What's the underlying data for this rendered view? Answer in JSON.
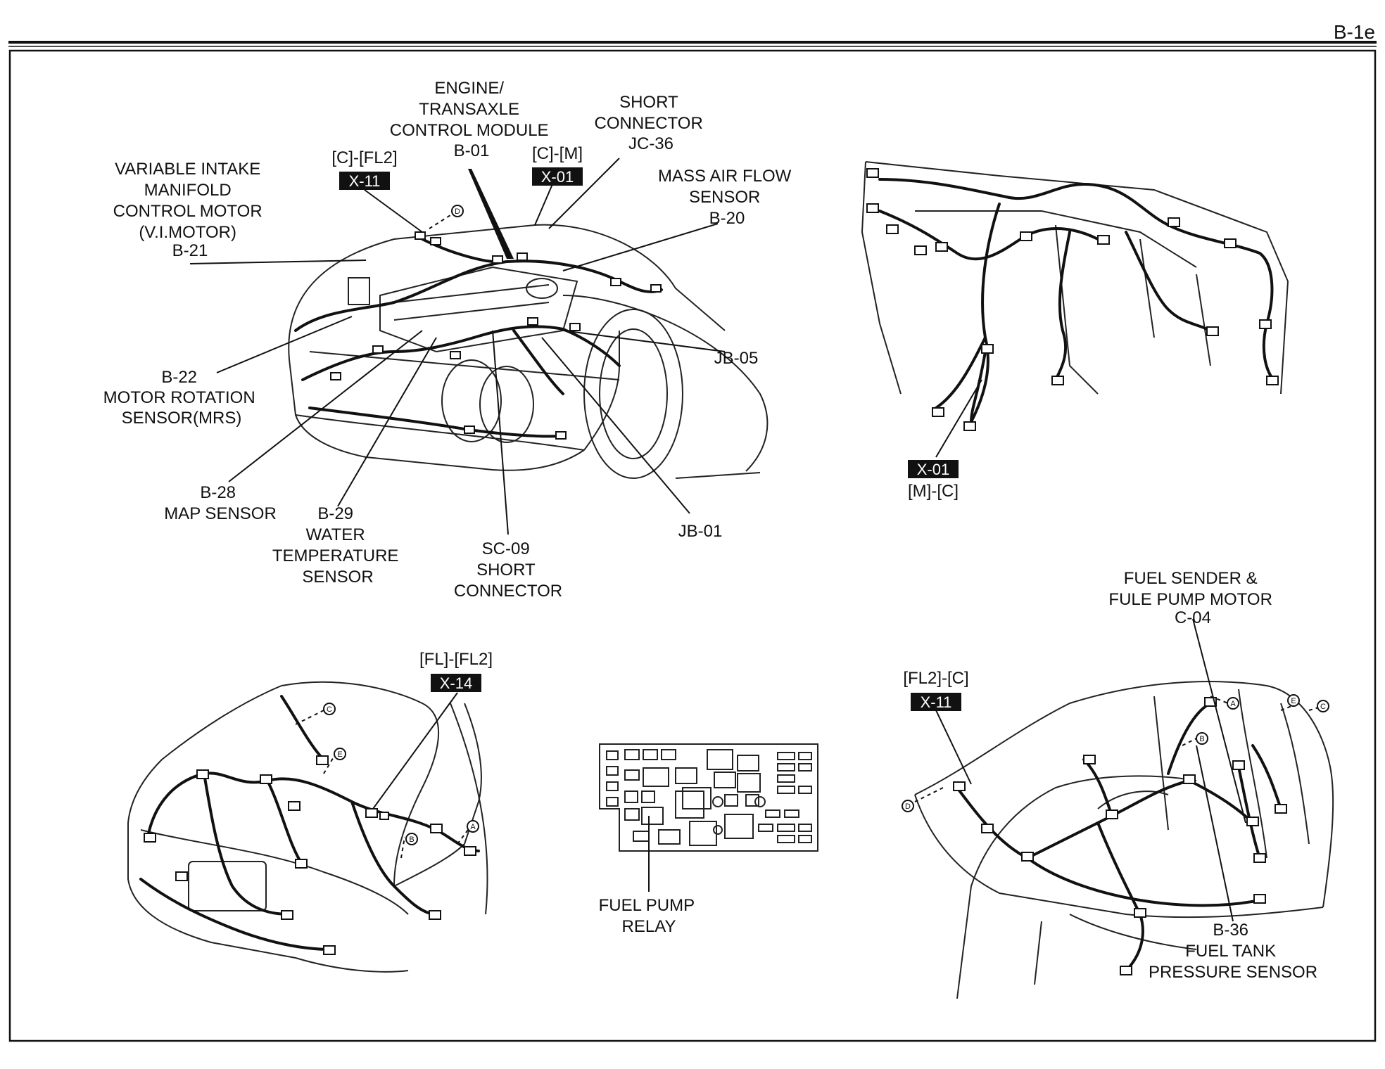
{
  "page_number": "B-1e",
  "labels": {
    "ecm": [
      "ENGINE/",
      "TRANSAXLE",
      "CONTROL MODULE",
      "B-01"
    ],
    "short_conn_jc36": [
      "SHORT",
      "CONNECTOR",
      "JC-36"
    ],
    "vim": [
      "VARIABLE INTAKE",
      "MANIFOLD",
      "CONTROL MOTOR",
      "(V.I.MOTOR)",
      "B-21"
    ],
    "maf": [
      "MASS AIR FLOW",
      "SENSOR",
      "B-20"
    ],
    "mrs": [
      "B-22",
      "MOTOR ROTATION",
      "SENSOR(MRS)"
    ],
    "jb05": "JB-05",
    "map": [
      "B-28",
      "MAP SENSOR"
    ],
    "wts": [
      "B-29",
      "WATER",
      "TEMPERATURE",
      "SENSOR"
    ],
    "sc09": [
      "SC-09",
      "SHORT",
      "CONNECTOR"
    ],
    "jb01": "JB-01",
    "fuel_sender": [
      "FUEL SENDER &",
      "FULE PUMP MOTOR",
      "C-04"
    ],
    "fuel_pump_relay": [
      "FUEL PUMP",
      "RELAY"
    ],
    "ftps": [
      "B-36",
      "FUEL TANK",
      "PRESSURE SENSOR"
    ]
  },
  "connectors": {
    "x11_top": {
      "route": "[C]-[FL2]",
      "id": "X-11"
    },
    "x01_top": {
      "route": "[C]-[M]",
      "id": "X-01"
    },
    "x01_dash": {
      "route": "[M]-[C]",
      "id": "X-01"
    },
    "x14": {
      "route": "[FL]-[FL2]",
      "id": "X-14"
    },
    "x11_side": {
      "route": "[FL2]-[C]",
      "id": "X-11"
    }
  },
  "markers": {
    "d_engine": "D",
    "c_rear": "C",
    "e_rear": "E",
    "b_rear": "B",
    "a_rear": "A",
    "a_side": "A",
    "e_side": "E",
    "c_side": "C",
    "b_side": "B",
    "d_side": "D"
  },
  "colors": {
    "ink": "#111111",
    "tag_bg": "#111111",
    "tag_text": "#ffffff",
    "paper": "#ffffff"
  }
}
